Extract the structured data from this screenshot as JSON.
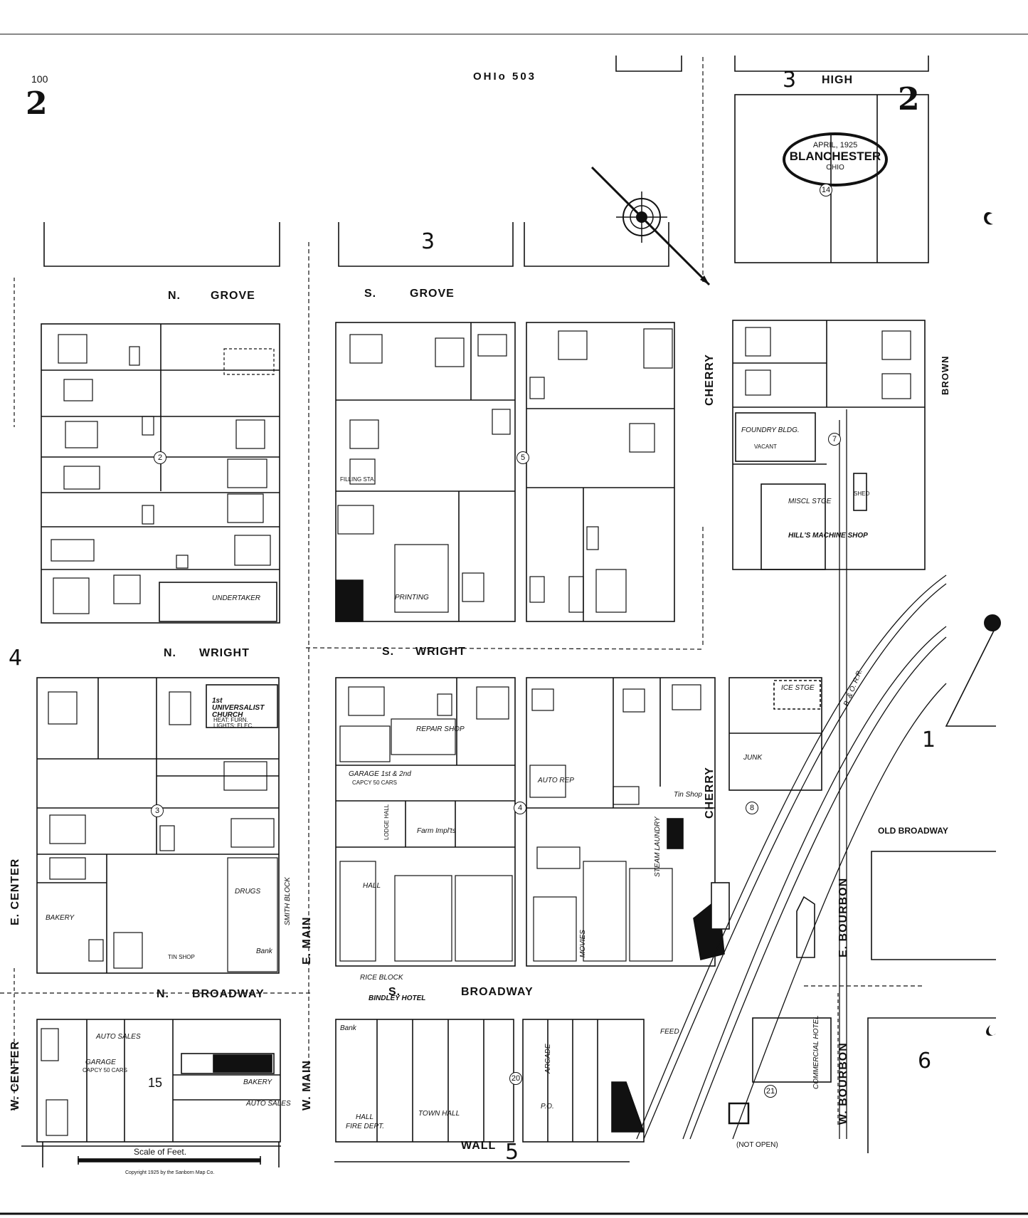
{
  "sheet": {
    "corner_number_left_small": "100",
    "sheet_number_left": "2",
    "sheet_number_right": "2",
    "header_code": "OHIo  503",
    "stamp_date": "APRIL, 1925",
    "stamp_town": "BLANCHESTER",
    "stamp_state": "OHIO",
    "scale_label": "Scale of Feet.",
    "copyright": "Copyright 1925 by the Sanborn Map Co."
  },
  "block_numbers": {
    "b3_top": "3",
    "b3_high": "3",
    "b4": "4",
    "b1": "1",
    "b6": "6",
    "b5": "5",
    "b15": "15"
  },
  "streets": {
    "high": "HIGH",
    "n_grove_n": "N.",
    "n_grove": "GROVE",
    "s_grove_s": "S.",
    "s_grove": "GROVE",
    "n_wright_n": "N.",
    "n_wright": "WRIGHT",
    "s_wright_s": "S.",
    "s_wright": "WRIGHT",
    "n_broadway_n": "N.",
    "n_broadway": "BROADWAY",
    "s_broadway_s": "S.",
    "s_broadway": "BROADWAY",
    "wall": "WALL",
    "cherry_top": "CHERRY",
    "cherry_bottom": "CHERRY",
    "brown": "BROWN",
    "e_center": "E.   CENTER",
    "w_center": "W.   CENTER",
    "e_main": "E.   MAIN",
    "w_main": "W.   MAIN",
    "e_bourbon": "E.  BOURBON",
    "w_bourbon": "W.  BOURBON",
    "old_broadway": "OLD BROADWAY",
    "not_open": "(NOT  OPEN)",
    "smith_block": "SMITH BLOCK",
    "rice_block": "RICE BLOCK",
    "railroad": "B. & O. R.R."
  },
  "buildings": {
    "undertaker": "UNDERTAKER",
    "church": "1st UNIVERSALIST CHURCH",
    "church_note": "HEAT: FURN.  LIGHTS: ELEC.",
    "foundry": "FOUNDRY BLDG.",
    "foundry_note": "VACANT",
    "hills_machine": "HILL'S MACHINE SHOP",
    "misc_stge": "MISCL STGE",
    "ice_stge": "ICE STGE",
    "junk": "JUNK",
    "printing": "PRINTING",
    "repair_shop": "REPAIR SHOP",
    "garage_1": "GARAGE 1st & 2nd",
    "garage_1_cap": "CAPCY 50 CARS",
    "garage_2": "GARAGE",
    "garage_2_cap": "CAPCY 50 CARS",
    "auto_rep": "AUTO REP",
    "auto_sales": "AUTO SALES",
    "auto_sales_2": "AUTO SALES",
    "bakery": "BAKERY",
    "bakery_2": "BAKERY",
    "bank_1": "Bank",
    "bank_2": "Bank",
    "drugs": "DRUGS",
    "tin_shop": "Tin Shop",
    "tin_shop_2": "TIN SHOP",
    "steam_laundry": "STEAM LAUNDRY",
    "movies": "MOVIES",
    "hotel": "BINDLEY HOTEL",
    "commercial_hotel": "COMMERCIAL HOTEL",
    "town_hall": "TOWN HALL",
    "fire_dept": "FIRE DEPT.",
    "feed": "FEED",
    "arcade": "ARCADE",
    "farm_implts": "Farm Impl'ts",
    "filling_sta": "FILLING STA.",
    "po": "P.O.",
    "shed": "SHED",
    "lodge_hall": "LODGE HALL",
    "hall": "HALL",
    "hall_2": "HALL"
  },
  "key_numbers": [
    "2",
    "5",
    "7",
    "3",
    "4",
    "8",
    "20",
    "21",
    "14"
  ],
  "icons": {
    "compass": "compass-rose-icon",
    "stamp": "oval-date-stamp"
  }
}
